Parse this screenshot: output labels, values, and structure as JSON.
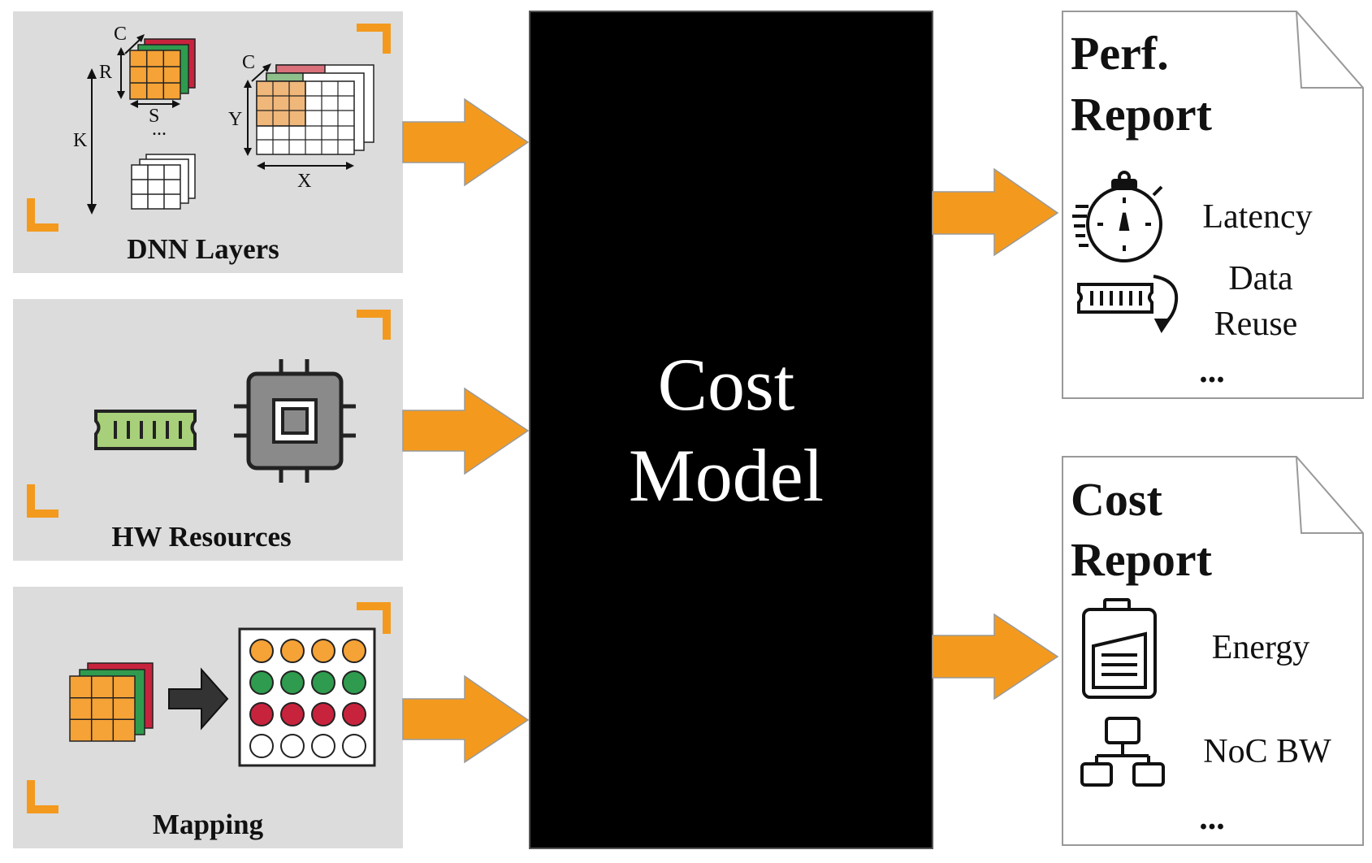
{
  "inputs": {
    "dnn": {
      "label": "DNN Layers",
      "dims": {
        "c1": "C",
        "r": "R",
        "s": "S",
        "k": "K",
        "c2": "C",
        "y": "Y",
        "x": "X",
        "dots": "..."
      }
    },
    "hw": {
      "label": "HW Resources"
    },
    "mapping": {
      "label": "Mapping"
    }
  },
  "center": {
    "line1": "Cost",
    "line2": "Model"
  },
  "perf_report": {
    "title_line1": "Perf.",
    "title_line2": "Report",
    "items": [
      "Latency",
      "Data",
      "Reuse"
    ],
    "more": "..."
  },
  "cost_report": {
    "title_line1": "Cost",
    "title_line2": "Report",
    "items": [
      "Energy",
      "NoC BW"
    ],
    "more": "..."
  },
  "icons": {
    "stopwatch": "stopwatch-icon",
    "memory": "memory-module-icon",
    "chip": "processor-chip-icon",
    "battery": "battery-icon",
    "network": "network-topology-icon",
    "arrow": "right-arrow-icon"
  },
  "colors": {
    "panel_bg": "#dcdcdc",
    "accent_orange": "#f39a1e",
    "center_bg": "#000000",
    "tile_orange": "#f5a236",
    "tile_green": "#2f9b4e",
    "tile_red": "#c8233d",
    "memory_green": "#a8d07a",
    "chip_gray": "#8a8a8a"
  }
}
